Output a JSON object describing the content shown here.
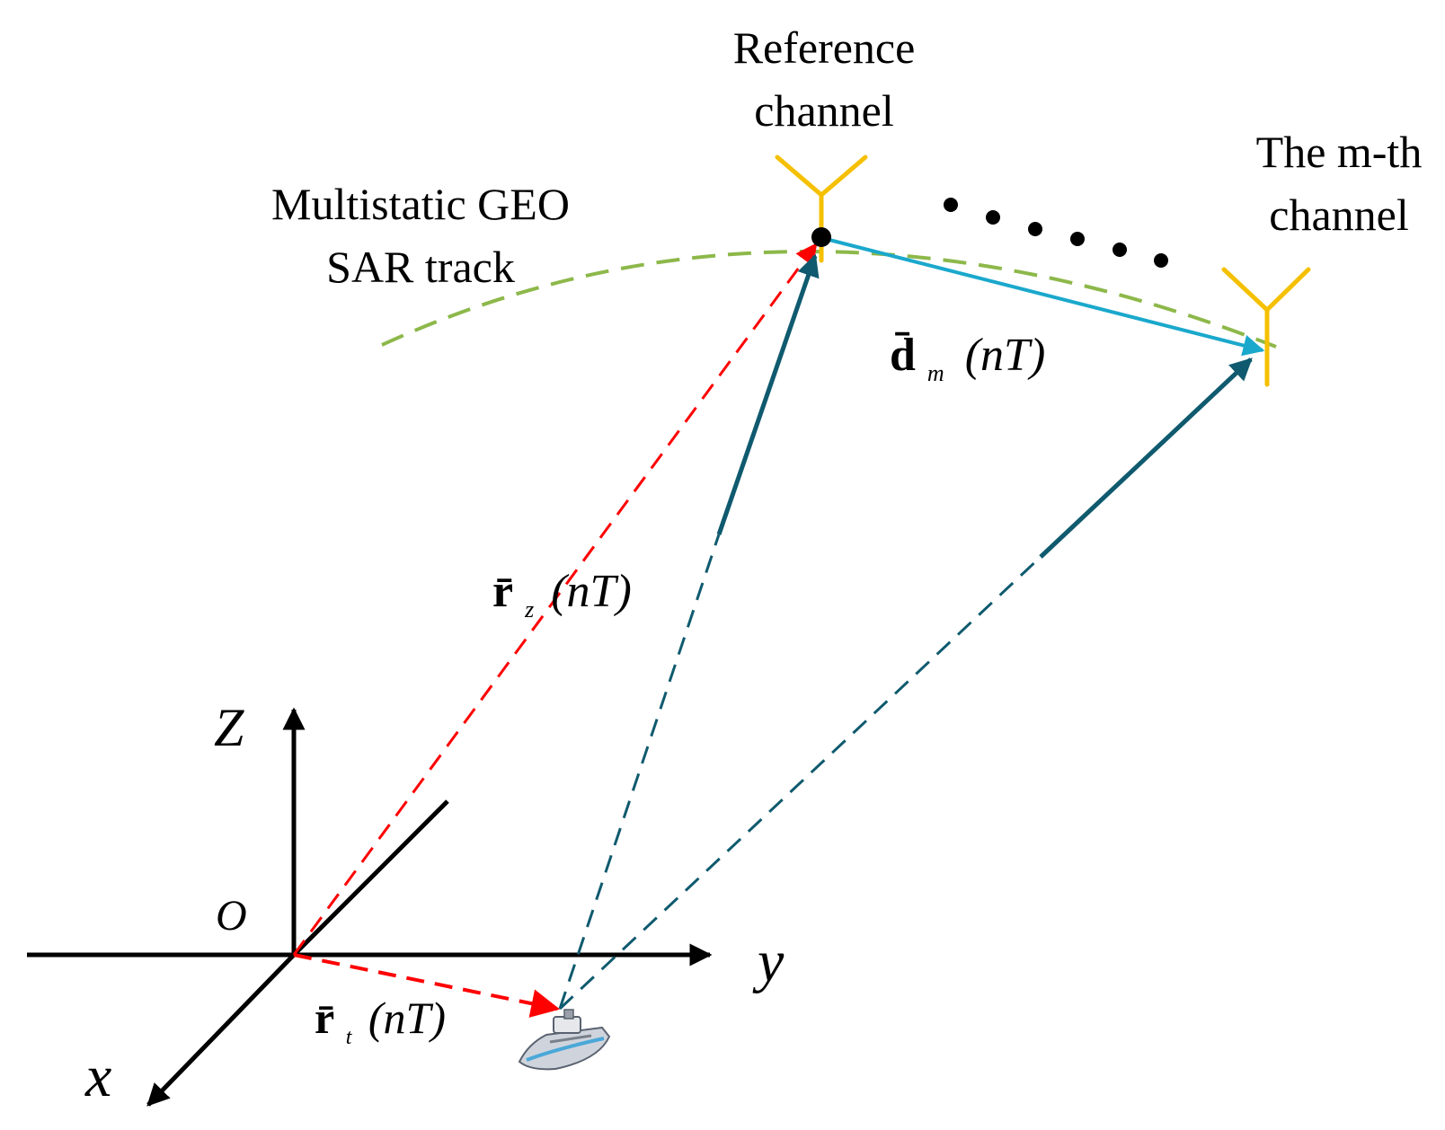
{
  "labels": {
    "reference_line1": "Reference",
    "reference_line2": "channel",
    "mth_line1": "The m-th",
    "mth_line2": "channel",
    "track_line1": "Multistatic GEO",
    "track_line2": "SAR track",
    "axis_z": "Z",
    "axis_y": "y",
    "axis_x": "x",
    "origin": "O"
  },
  "equations": {
    "d_symbol": "d̄",
    "d_sub": "m",
    "rz_symbol": "r̄",
    "rz_sub": "z",
    "rt_symbol": "r̄",
    "rt_sub": "t",
    "argument": "(nT)"
  },
  "colors": {
    "antenna": "#f5c000",
    "track": "#8db84a",
    "vector_dark": "#0f5a6e",
    "vector_light": "#1aa8cc",
    "vector_red": "#ff0000",
    "axes": "#000000"
  },
  "icons": {
    "target": "ship-icon",
    "antenna": "antenna-icon"
  }
}
